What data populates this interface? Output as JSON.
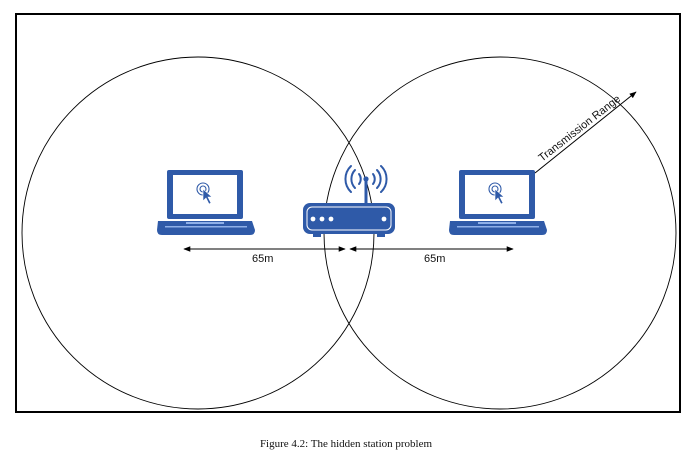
{
  "diagram": {
    "range_label": "Transmission Range",
    "distance_left": "65m",
    "distance_right": "65m",
    "device_color": "#2f5aa8",
    "laptop_left_icon": "laptop-icon",
    "router_icon": "wireless-router-icon",
    "laptop_right_icon": "laptop-icon"
  },
  "caption": "Figure 4.2: The hidden station problem"
}
